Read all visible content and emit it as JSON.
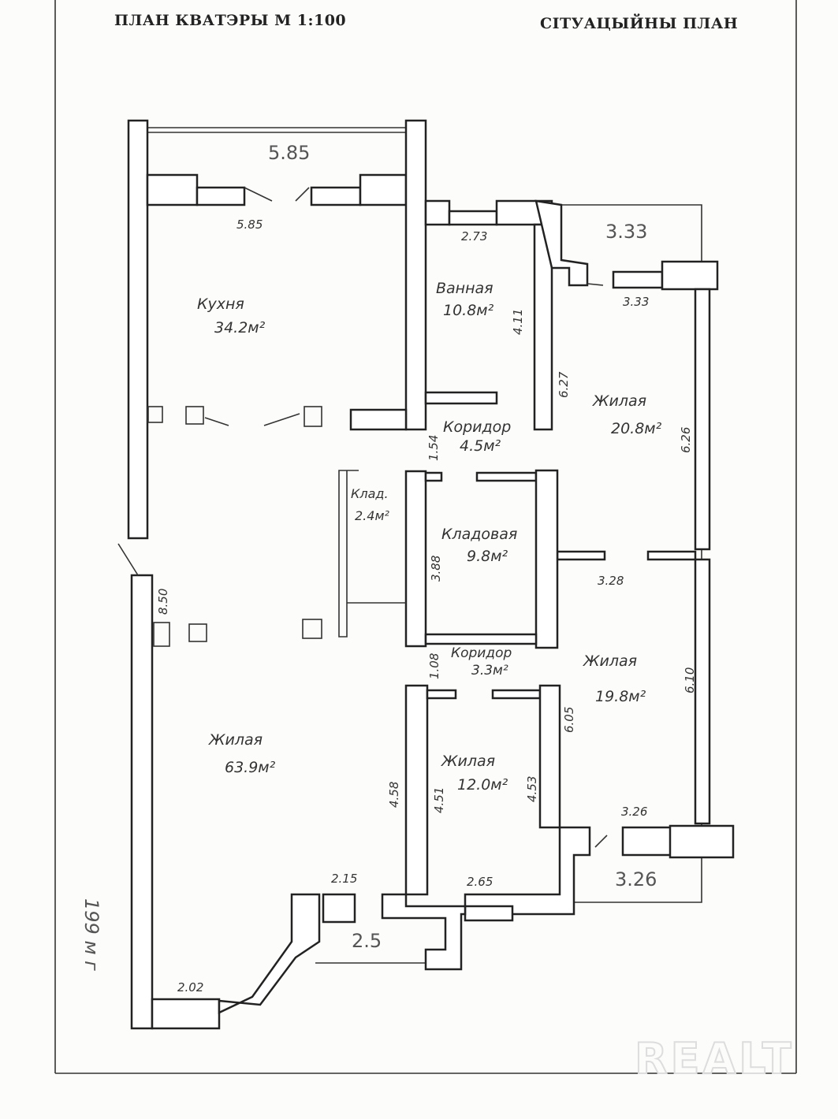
{
  "header": {
    "left_title": "ПЛАН КВАТЭРЫ М 1:100",
    "right_title": "СІТУАЦЫЙНЫ ПЛАН"
  },
  "side_note": "199 м г",
  "watermark": "REALT",
  "rooms": [
    {
      "name": "Кухня",
      "area": "34.2м²"
    },
    {
      "name": "Ванная",
      "area": "10.8м²"
    },
    {
      "name": "Жилая",
      "area": "20.8м²"
    },
    {
      "name": "Коридор",
      "area": "4.5м²"
    },
    {
      "name": "Клад.",
      "area": "2.4м²"
    },
    {
      "name": "Кладовая",
      "area": "9.8м²"
    },
    {
      "name": "Коридор",
      "area": "3.3м²"
    },
    {
      "name": "Жилая",
      "area": "19.8м²"
    },
    {
      "name": "Жилая",
      "area": "63.9м²"
    },
    {
      "name": "Жилая",
      "area": "12.0м²"
    }
  ],
  "dims": {
    "balcony_top": "5.85",
    "kitchen_top": "5.85",
    "bath_top": "2.73",
    "bath_side": "4.11",
    "balcony_right": "3.33",
    "room20_top": "3.33",
    "room20_left": "6.27",
    "room20_right": "6.26",
    "corr1": "1.54",
    "room19_top": "3.28",
    "klad_side": "3.88",
    "big_left": "8.50",
    "corr2": "1.08",
    "room19_left": "6.05",
    "room19_right": "6.10",
    "big_right": "4.58",
    "r12_left": "4.51",
    "r12_right": "4.53",
    "room19_bottom": "3.26",
    "balcony_br": "3.26",
    "big_bay": "2.15",
    "r12_bottom": "2.65",
    "balcony_bottom": "2.5",
    "big_bottom": "2.02"
  }
}
